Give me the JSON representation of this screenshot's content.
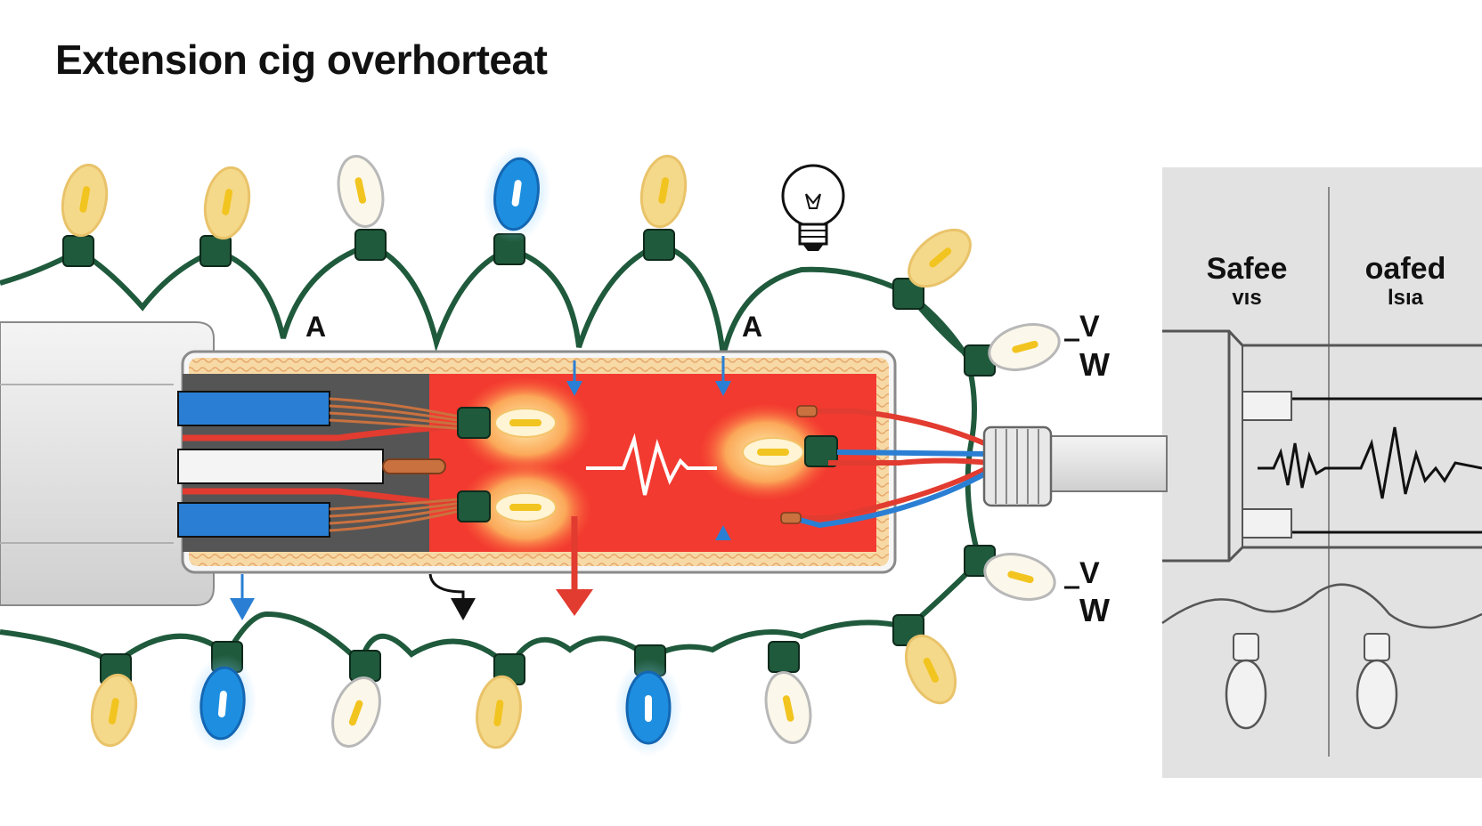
{
  "title": "Extension cig overhorteat",
  "labels": {
    "current_left": "A",
    "current_right": "A",
    "volt_top": "V",
    "watt_top": "W",
    "volt_bottom": "V",
    "watt_bottom": "W"
  },
  "comparison_panel": {
    "safe_heading": "Safeе",
    "safe_sub": "vıs",
    "overheated_heading": "oafed",
    "overheated_sub": "lsıa"
  },
  "colors": {
    "wire_green": "#1f5a3c",
    "heat_red": "#f23a30",
    "insulation_blue": "#2a7fd4",
    "bulb_yellow": "#f5d98a",
    "bulb_blue": "#1e8fe0",
    "copper": "#c9713f",
    "panel_gray": "#e3e3e3"
  }
}
